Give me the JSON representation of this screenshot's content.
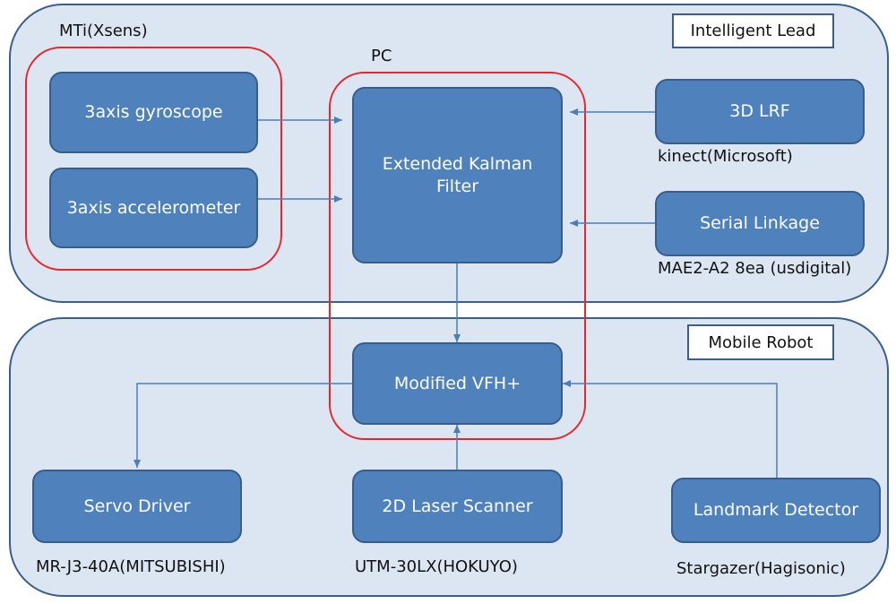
{
  "panels": {
    "intelligent_lead": {
      "title": "Intelligent Lead"
    },
    "mobile_robot": {
      "title": "Mobile Robot"
    }
  },
  "groups": {
    "mti": {
      "label": "MTi(Xsens)"
    },
    "pc": {
      "label": "PC"
    }
  },
  "blocks": {
    "gyroscope": {
      "label": "3axis gyroscope"
    },
    "accelerometer": {
      "label": "3axis accelerometer"
    },
    "ekf": {
      "label": "Extended Kalman\nFilter"
    },
    "lrf3d": {
      "label": "3D LRF",
      "caption": "kinect(Microsoft)"
    },
    "serial_linkage": {
      "label": "Serial Linkage",
      "caption": "MAE2-A2 8ea (usdigital)"
    },
    "vfh": {
      "label": "Modified VFH+"
    },
    "servo_driver": {
      "label": "Servo Driver",
      "caption": "MR-J3-40A(MITSUBISHI)"
    },
    "laser_scanner": {
      "label": "2D Laser Scanner",
      "caption": "UTM-30LX(HOKUYO)"
    },
    "landmark_detector": {
      "label": "Landmark Detector",
      "caption": "Stargazer(Hagisonic)"
    }
  },
  "connections": [
    {
      "from": "3axis gyroscope",
      "to": "Extended Kalman Filter"
    },
    {
      "from": "3axis accelerometer",
      "to": "Extended Kalman Filter"
    },
    {
      "from": "3D LRF",
      "to": "Extended Kalman Filter"
    },
    {
      "from": "Serial Linkage",
      "to": "Extended Kalman Filter"
    },
    {
      "from": "Extended Kalman Filter",
      "to": "Modified VFH+"
    },
    {
      "from": "Modified VFH+",
      "to": "Servo Driver"
    },
    {
      "from": "2D Laser Scanner",
      "to": "Modified VFH+"
    },
    {
      "from": "Landmark Detector",
      "to": "Modified VFH+"
    }
  ],
  "colors": {
    "block_fill": "#4f81bd",
    "panel_fill": "#dce6f2",
    "group_outline": "#e8262a",
    "arrow": "#4a7ebb"
  }
}
